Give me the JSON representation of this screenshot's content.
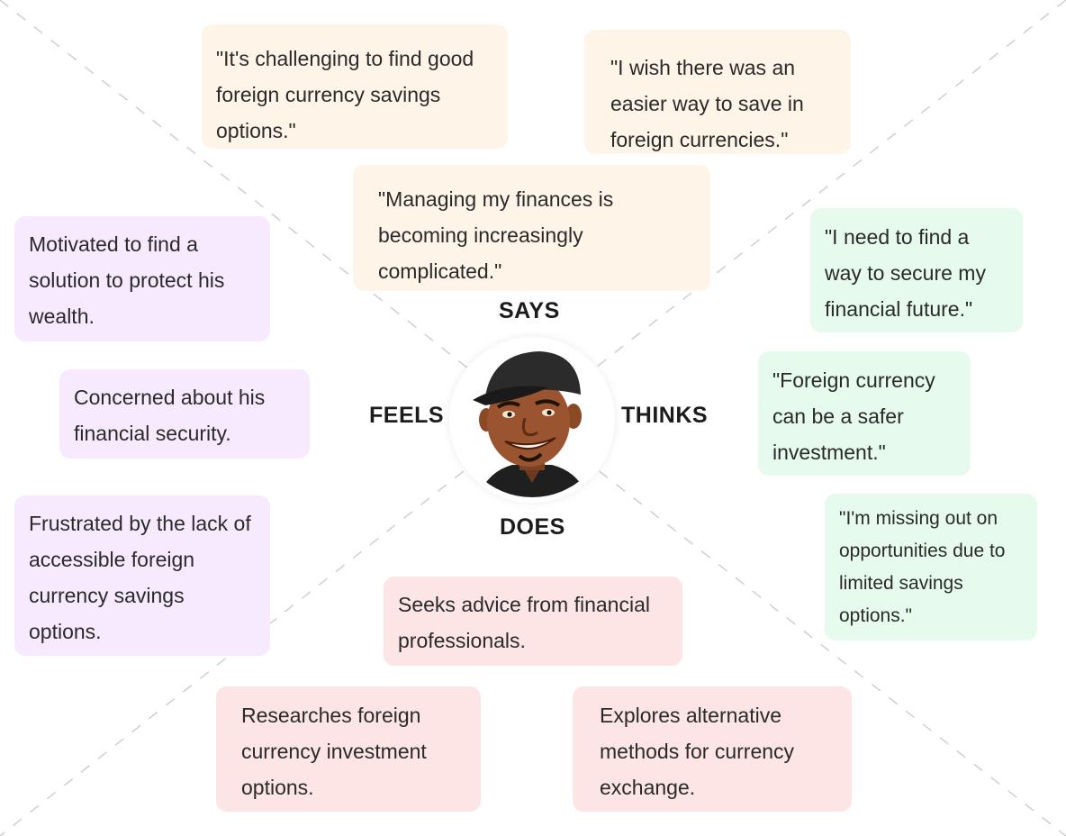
{
  "labels": {
    "says": "SAYS",
    "thinks": "THINKS",
    "feels": "FEELS",
    "does": "DOES"
  },
  "says": [
    {
      "text": "\"It's challenging to find good foreign currency savings options.\""
    },
    {
      "text": "\"I wish there was an easier way to save in foreign currencies.\""
    },
    {
      "text": "\"Managing my finances is becoming increasingly complicated.\""
    }
  ],
  "thinks": [
    {
      "text": "\"I need to find a way to secure my financial future.\""
    },
    {
      "text": "\"Foreign currency can be a safer investment.\""
    },
    {
      "text": "\"I'm missing out on opportunities due to limited savings options.\""
    }
  ],
  "feels": [
    {
      "text": "Motivated to find a solution to protect his wealth."
    },
    {
      "text": "Concerned about his financial security."
    },
    {
      "text": "Frustrated by the lack of accessible foreign currency savings options."
    }
  ],
  "does": [
    {
      "text": "Seeks advice from financial professionals."
    },
    {
      "text": "Researches foreign currency investment options."
    },
    {
      "text": "Explores alternative methods for currency exchange."
    }
  ],
  "colors": {
    "says": "#fff4e8",
    "thinks": "#e6fbee",
    "feels": "#f8eafe",
    "does": "#fde5e5"
  },
  "avatar": {
    "icon": "persona-avatar-icon"
  }
}
